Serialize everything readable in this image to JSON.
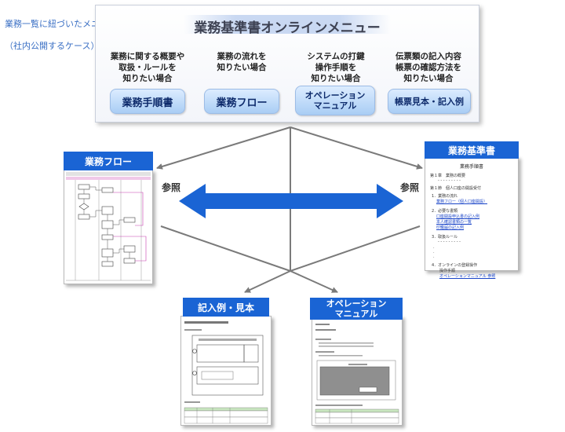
{
  "caption": {
    "line1": "業務一覧に紐づいたメニュー画面",
    "line2": "（社内公開するケース）"
  },
  "menu": {
    "title": "業務基準書オンラインメニュー",
    "columns": [
      {
        "description": "業務に関する概要や\n取扱・ルールを\n知りたい場合",
        "button": "業務手順書"
      },
      {
        "description": "業務の流れを\n知りたい場合",
        "button": "業務フロー"
      },
      {
        "description": "システムの打鍵\n操作手順を\n知りたい場合",
        "button": "オペレーション\nマニュアル"
      },
      {
        "description": "伝票類の記入内容\n帳票の確認方法を\n知りたい場合",
        "button": "帳票見本・記入例"
      }
    ]
  },
  "sanshou_label": "参照",
  "docs": {
    "flow": {
      "title": "業務フロー"
    },
    "kijunsho": {
      "title": "業務基準書",
      "heading": "業務手順書",
      "lines": [
        {
          "text": "第１章　業務の概要",
          "link": false
        },
        {
          "text": "- - - - - - - - -",
          "link": false
        },
        {
          "text": "第１節　個人口座の開設受付",
          "link": false
        },
        {
          "text": "1．業務の流れ",
          "link": false
        },
        {
          "text": "業務フロー（個人口座開設）",
          "link": true
        },
        {
          "text": "2．必要な書類",
          "link": false
        },
        {
          "text": "口座開設申込書の記入例",
          "link": true
        },
        {
          "text": "本人確認書類の一覧",
          "link": true
        },
        {
          "text": "印鑑届の記入例",
          "link": true
        },
        {
          "text": "3．取扱ルール",
          "link": false
        },
        {
          "text": "- - - - - - - - -",
          "link": false
        },
        {
          "text": "4．オンラインの登録操作",
          "link": false
        },
        {
          "text": "操作手順",
          "link": false
        },
        {
          "text": "オペレーションマニュアル 参照",
          "link": true
        }
      ]
    },
    "kinyurei": {
      "title": "記入例・見本"
    },
    "operation": {
      "title": "オペレーション\nマニュアル"
    }
  },
  "colors": {
    "caption": "#3a6fc4",
    "doc_title_bg": "#1a64d4",
    "arrow": "#1a64d4",
    "connector": "#7a7a7a",
    "button_text": "#0d2a6b"
  }
}
